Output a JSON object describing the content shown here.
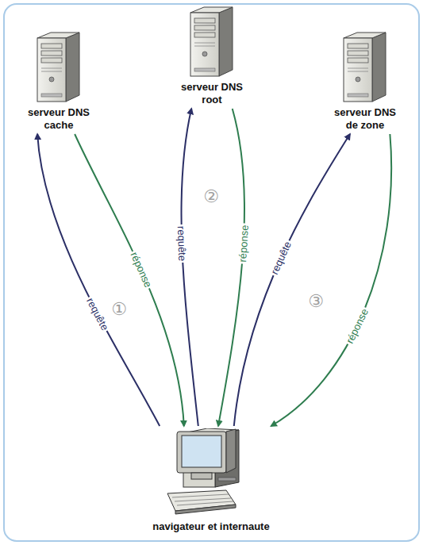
{
  "diagram": {
    "nodes": [
      {
        "text": [
          "serveur DNS cache"
        ]
      },
      {
        "text": [
          "serveur DNS root"
        ]
      },
      {
        "text": [
          "serveur DNS de zone"
        ]
      },
      {
        "text": [
          "navigateur et internaute"
        ]
      }
    ],
    "edges": [
      {
        "from": 3,
        "to": 0,
        "label": "requête",
        "arrow": "to"
      },
      {
        "from": 0,
        "to": 3,
        "label": "réponse",
        "arrow": "to"
      },
      {
        "from": 3,
        "to": 1,
        "label": "requête",
        "arrow": "to"
      },
      {
        "from": 1,
        "to": 3,
        "label": "réponse",
        "arrow": "to"
      },
      {
        "from": 3,
        "to": 2,
        "label": "requête",
        "arrow": "to"
      },
      {
        "from": 2,
        "to": 3,
        "label": "réponse",
        "arrow": "to"
      }
    ],
    "labels": [
      "①",
      "②",
      "③"
    ]
  }
}
